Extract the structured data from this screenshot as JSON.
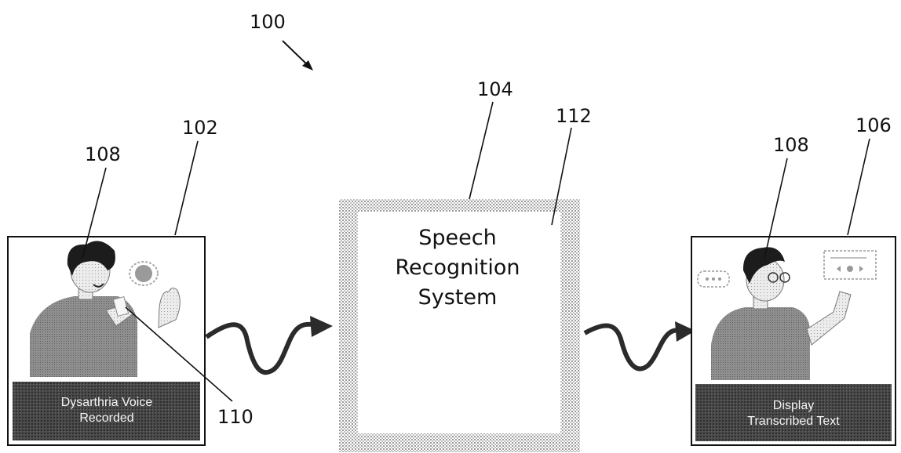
{
  "figure_number": "100",
  "left_panel": {
    "ref_panel": "102",
    "ref_person": "108",
    "ref_device": "110",
    "caption_lines": [
      "Dysarthria Voice",
      "Recorded"
    ]
  },
  "center_panel": {
    "ref_outer": "104",
    "ref_inner": "112",
    "title_lines": [
      "Speech",
      "Recognition",
      "System"
    ]
  },
  "right_panel": {
    "ref_panel": "106",
    "ref_person": "108",
    "caption_lines": [
      "Display",
      "Transcribed Text"
    ]
  }
}
